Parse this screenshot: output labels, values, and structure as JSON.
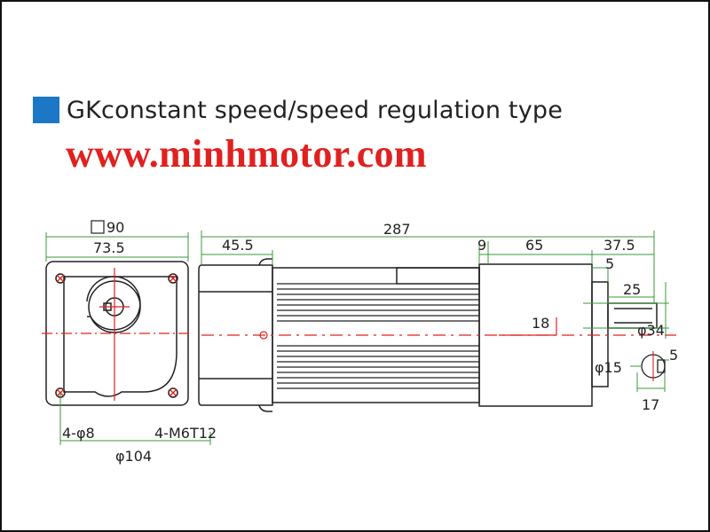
{
  "title": "GKconstant speed/speed regulation type",
  "website": "www.minhmotor.com",
  "colors": {
    "accent_square": "#1c78c6",
    "website_red": "#e0211f",
    "line": "#222222",
    "dim_green": "#3a9a3a",
    "center_red": "#e0211f"
  },
  "dimensions": {
    "square_90": "90",
    "d73_5": "73.5",
    "d287": "287",
    "d45_5": "45.5",
    "d9": "9",
    "d65": "65",
    "d37_5": "37.5",
    "d5_top": "5",
    "d25": "25",
    "d18": "18",
    "phi34": "φ34",
    "phi15": "φ15",
    "d5_key": "5",
    "d17": "17",
    "holes": "4-φ8",
    "thread": "4-M6T12",
    "phi104": "φ104"
  }
}
